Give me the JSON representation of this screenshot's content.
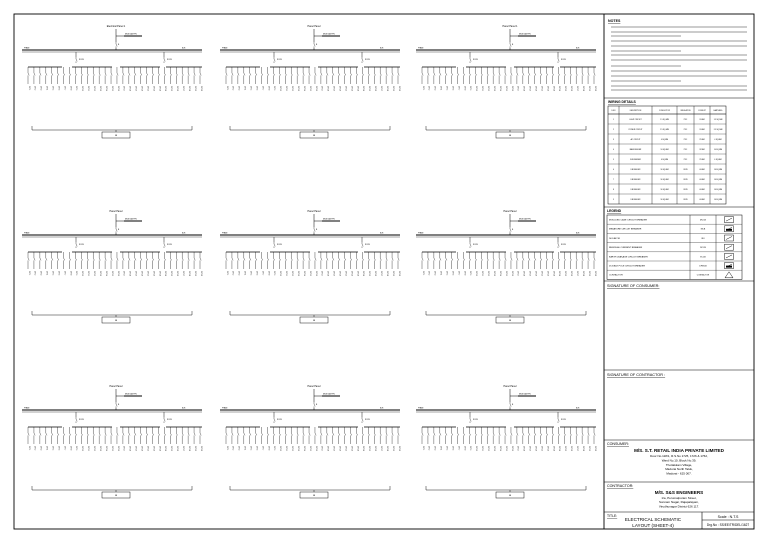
{
  "panels": [
    {
      "title": "Electrical Panel 1",
      "breaker": "MCB 63A TPN",
      "tag": "B"
    },
    {
      "title": "Panel Panel",
      "breaker": "MCB 63A TPN",
      "tag": "B"
    },
    {
      "title": "Panel Panel 1",
      "breaker": "MCB 63A TPN",
      "tag": "B"
    },
    {
      "title": "Panel Panel",
      "breaker": "MCB 63A TPN",
      "tag": "B"
    },
    {
      "title": "Panel Panel",
      "breaker": "MCB 63A TPN",
      "tag": "B"
    },
    {
      "title": "Panel Panel",
      "breaker": "MCB 63A TPN",
      "tag": "B"
    },
    {
      "title": "Panel Panel",
      "breaker": "MCB 63A TPN",
      "tag": "B"
    },
    {
      "title": "Panel Panel",
      "breaker": "MCB 63A TPN",
      "tag": "B"
    },
    {
      "title": "Panel Panel",
      "breaker": "MCB 63A TPN",
      "tag": "B"
    }
  ],
  "notes": {
    "heading": "NOTES"
  },
  "wiring_table": {
    "heading": "WIRING DETAILS",
    "columns": [
      "S.NO",
      "DESCRIPTION",
      "CONDUCTOR",
      "INSULATION",
      "CONDUIT",
      "EARTHING"
    ],
    "rows": [
      [
        "1",
        "LIGHT CIRCUIT",
        "1.5 SQ.MM",
        "PVC",
        "20 MM",
        "1.5 SQ.MM"
      ],
      [
        "2",
        "POWER CIRCUIT",
        "2.5 SQ.MM",
        "PVC",
        "20 MM",
        "2.5 SQ.MM"
      ],
      [
        "3",
        "AC CIRCUIT",
        "4 SQ.MM",
        "PVC",
        "25 MM",
        "4 SQ.MM"
      ],
      [
        "4",
        "MAIN FEEDER",
        "10 SQ.MM",
        "PVC",
        "32 MM",
        "10 SQ.MM"
      ],
      [
        "5",
        "SUB FEEDER",
        "6 SQ.MM",
        "PVC",
        "25 MM",
        "6 SQ.MM"
      ],
      [
        "6",
        "DB FEEDER",
        "16 SQ.MM",
        "XLPE",
        "40 MM",
        "16 SQ.MM"
      ],
      [
        "7",
        "DB FEEDER",
        "16 SQ.MM",
        "XLPE",
        "40 MM",
        "16 SQ.MM"
      ],
      [
        "8",
        "DB FEEDER",
        "16 SQ.MM",
        "XLPE",
        "40 MM",
        "16 SQ.MM"
      ],
      [
        "9",
        "DB FEEDER",
        "16 SQ.MM",
        "XLPE",
        "40 MM",
        "16 SQ.MM"
      ]
    ]
  },
  "legend": {
    "heading": "LEGEND",
    "items": [
      {
        "label": "MOULDED CASE CIRCUIT BREAKER",
        "code": "MCCB"
      },
      {
        "label": "MINIATURE CIRCUIT BREAKER",
        "code": "MCB"
      },
      {
        "label": "ISOLATOR",
        "code": "ISO"
      },
      {
        "label": "RESIDUAL CURRENT BREAKER",
        "code": "RCCB"
      },
      {
        "label": "EARTH LEAKAGE CIRCUIT BREAKER",
        "code": "ELCB"
      },
      {
        "label": "DOUBLE POLE CIRCUIT BREAKER",
        "code": "DPMCB"
      },
      {
        "label": "CONTACTOR",
        "code": "CONTACTOR"
      }
    ]
  },
  "signature_consumer": "SIGNATURE OF CONSUMER:",
  "signature_contractor": "SIGNATURE OF CONTRACTOR :",
  "consumer": {
    "heading": "CONSUMER:",
    "name": "M/S. S.T. RETAIL INDIA PRIVATE LIMITED",
    "lines": [
      "Door No.118/1, R.S.No 1725, 1726 & 1762,",
      "Ward No.10, Block No.39,",
      "Thottakkam Village,",
      "Madurai North Taluk,",
      "Madurai - 625 007."
    ]
  },
  "contractor": {
    "heading": "CONTRACTOR:",
    "name": "M/S. S&S ENGINEERS",
    "lines": [
      "1/a, Perumalpuram Street,",
      "Sonnam Nagar, Rajapalayam,",
      "Virudhunagar District 626 117."
    ]
  },
  "title_block": {
    "heading": "TITLE:",
    "title_line1": "ELECTRICAL SCHEMATIC",
    "title_line2": "LAYOUT (SHEET-4)",
    "scale": "Scale : N.T.S",
    "drawing_no": "Drg.No : SS/EE/TR/DEL/1627"
  }
}
